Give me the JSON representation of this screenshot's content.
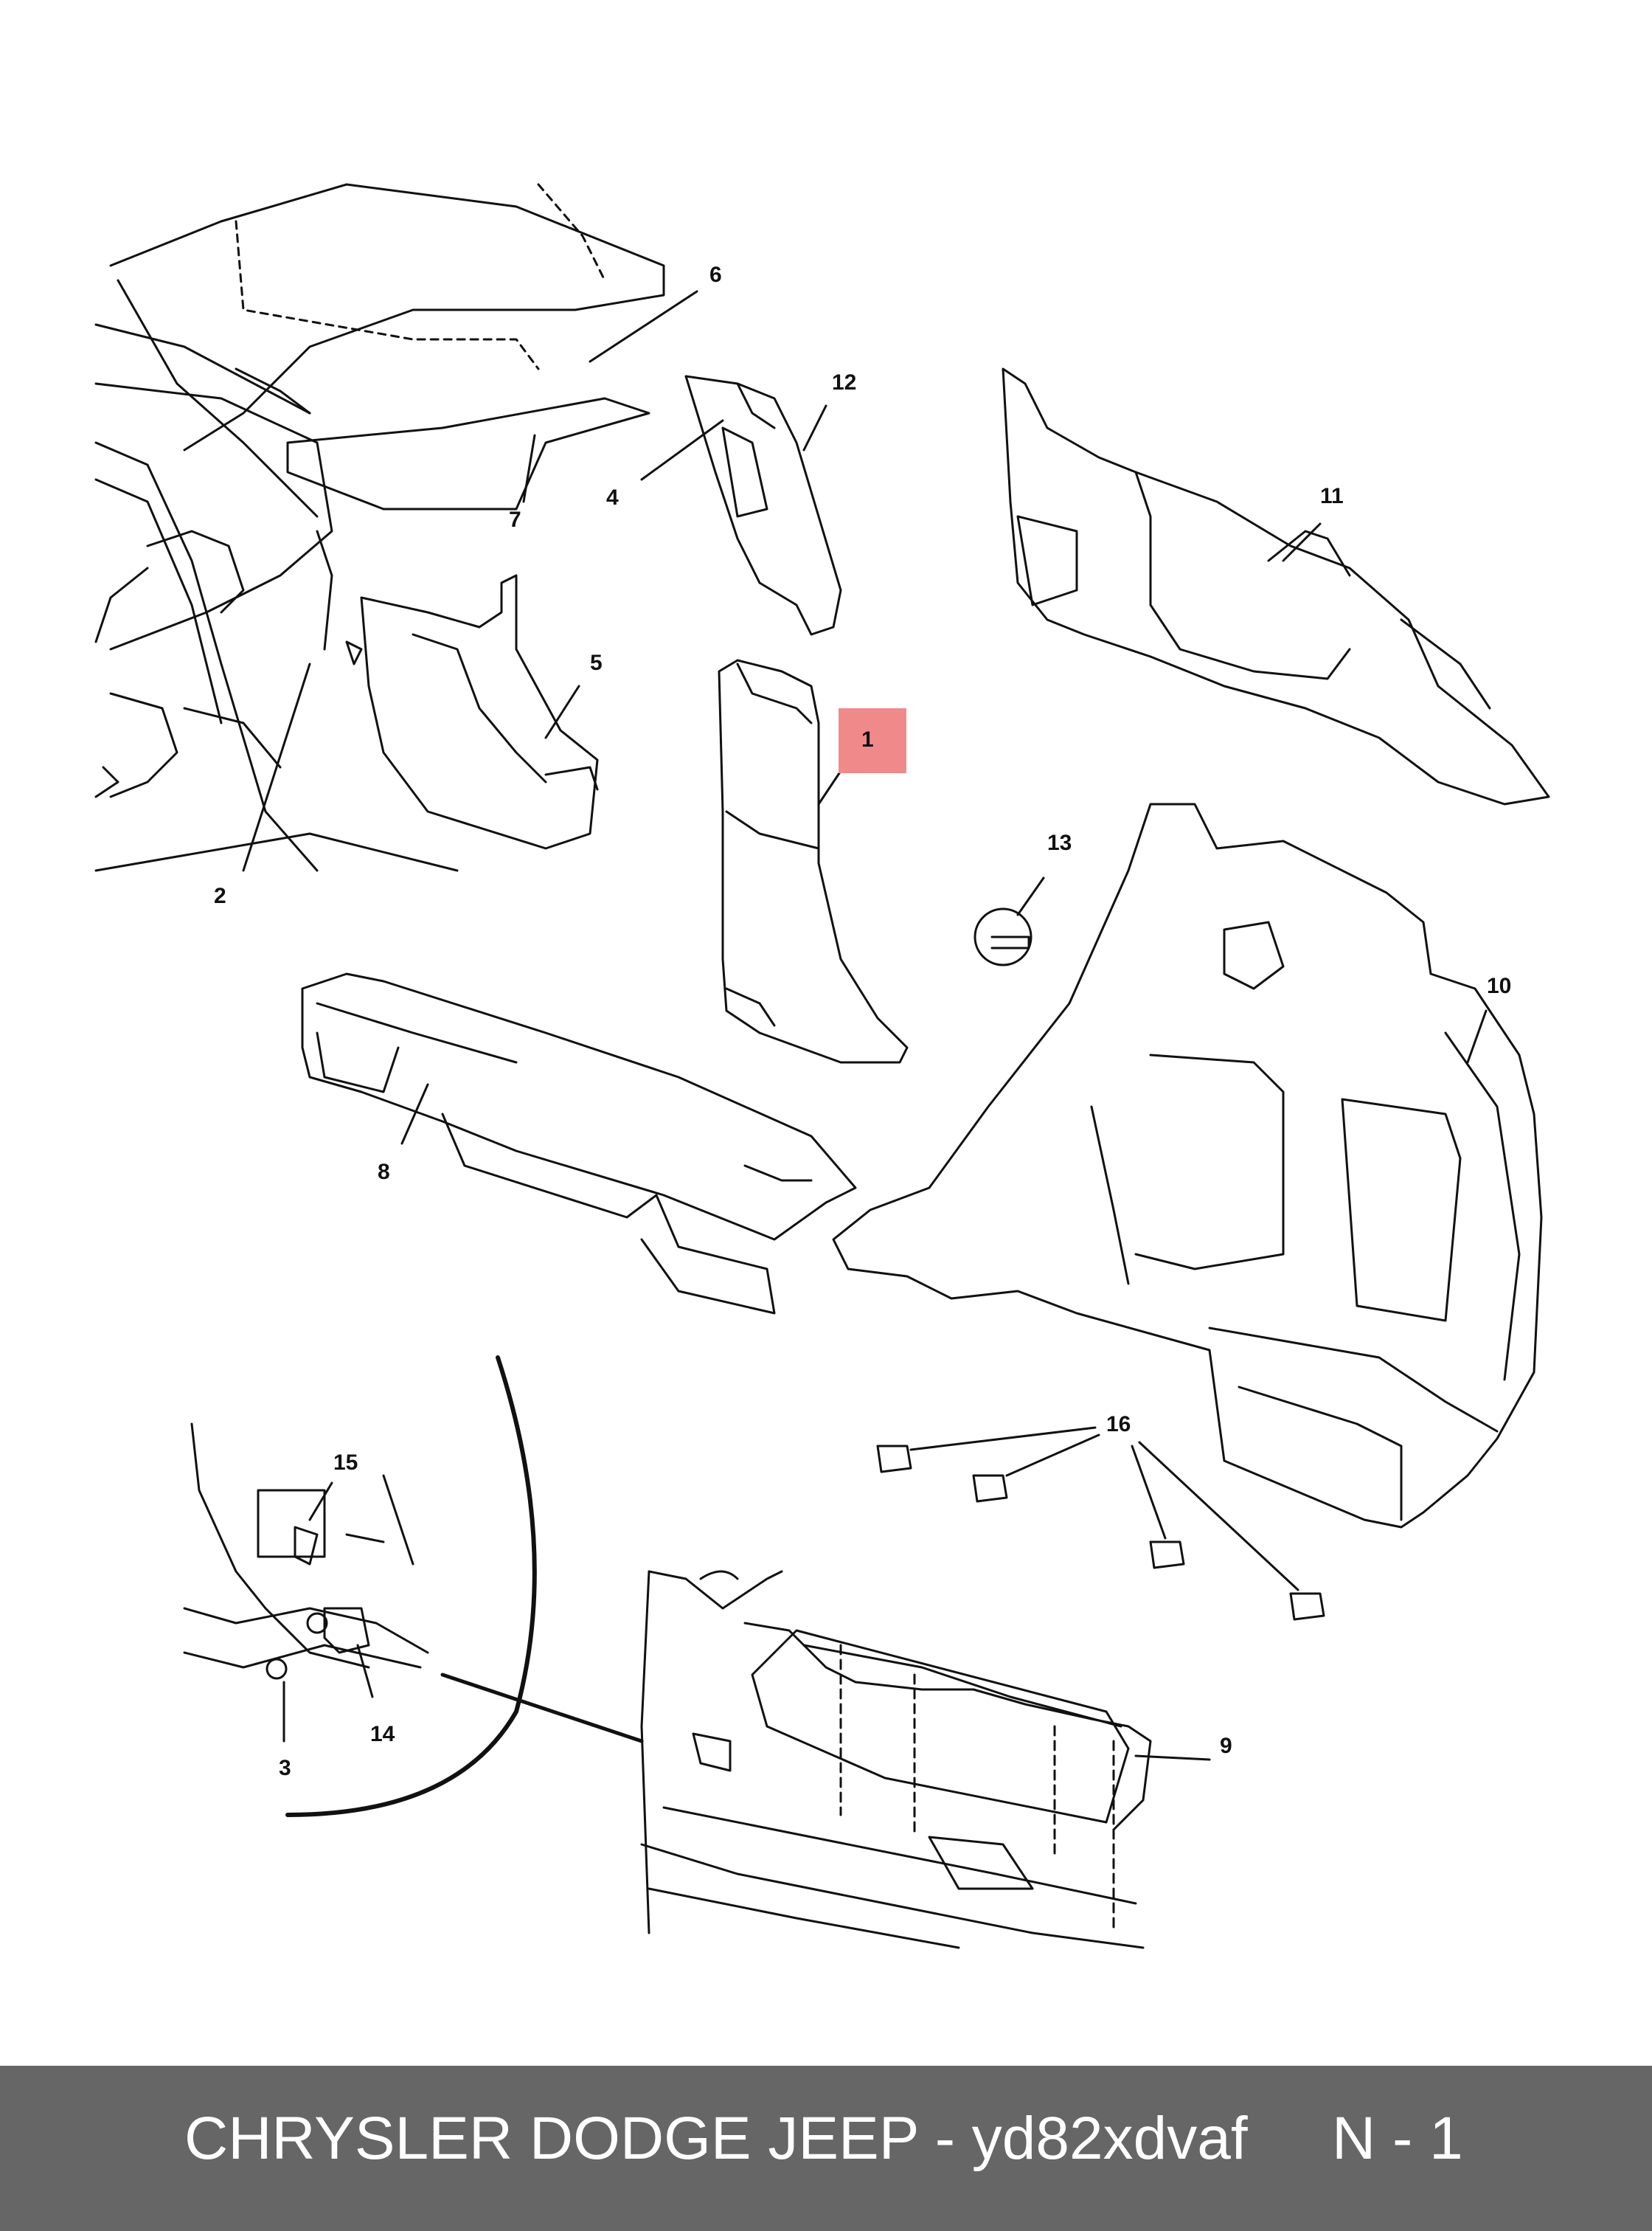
{
  "diagram": {
    "highlight_color": "#f08a8a",
    "line_color": "#111111",
    "callouts": {
      "c1": "1",
      "c2": "2",
      "c3": "3",
      "c4": "4",
      "c5": "5",
      "c6": "6",
      "c7": "7",
      "c8": "8",
      "c9": "9",
      "c10": "10",
      "c11": "11",
      "c12": "12",
      "c13": "13",
      "c14": "14",
      "c15": "15",
      "c16": "16"
    },
    "highlighted_callout": "1"
  },
  "footer": {
    "brand_text": "CHRYSLER DODGE JEEP - yd82xdvaf",
    "page_label": "N - 1",
    "background_color": "#666666"
  }
}
